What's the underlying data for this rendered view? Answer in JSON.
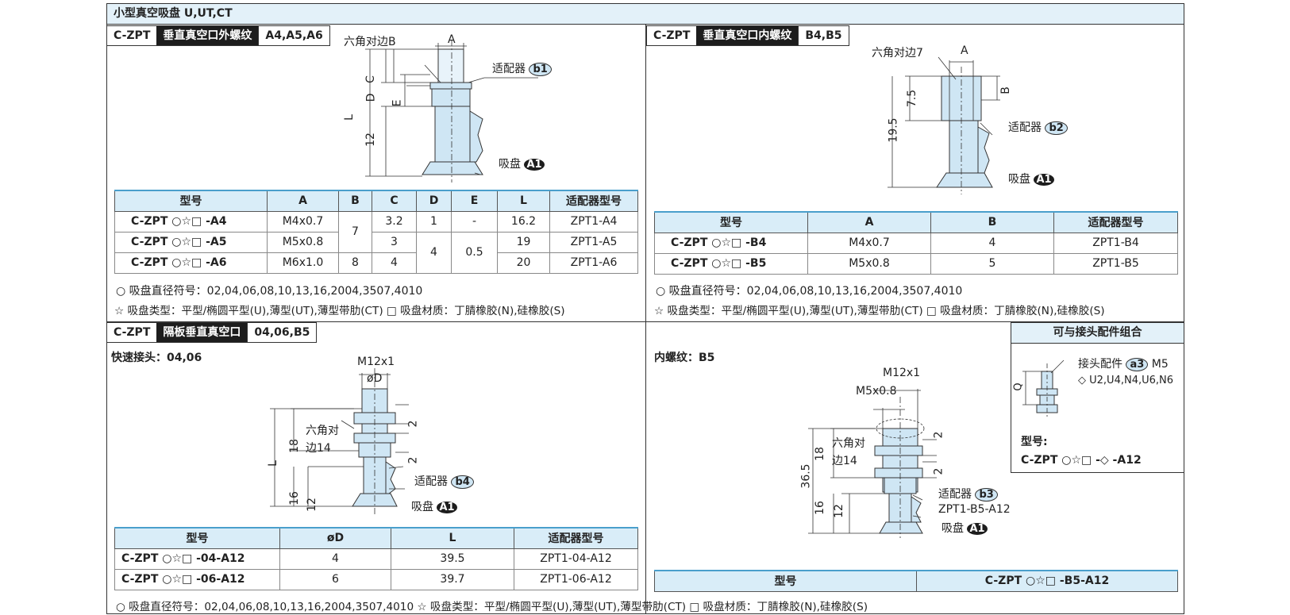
{
  "page": {
    "title": "小型真空吸盘 U,UT,CT"
  },
  "sections": {
    "a": {
      "tag_prefix": "C-ZPT",
      "tag_title": "垂直真空口外螺纹",
      "tag_suffix": "A4,A5,A6",
      "labels": {
        "hex": "六角对边B",
        "dim_a": "A",
        "dim_c": "C",
        "dim_d": "D",
        "dim_e": "E",
        "dim_l": "L",
        "dim_12": "12",
        "adapter": "适配器",
        "adapter_badge": "b1",
        "cup": "吸盘",
        "cup_badge": "A1"
      },
      "headers": [
        "型号",
        "A",
        "B",
        "C",
        "D",
        "E",
        "L",
        "适配器型号"
      ],
      "rows": [
        {
          "model": "C-ZPT ○☆□ -A4",
          "a": "M4x0.7",
          "b": "7",
          "c": "3.2",
          "d": "1",
          "e": "-",
          "l": "16.2",
          "adapter": "ZPT1-A4"
        },
        {
          "model": "C-ZPT ○☆□ -A5",
          "a": "M5x0.8",
          "c": "3",
          "d": "4",
          "e": "0.5",
          "l": "19",
          "adapter": "ZPT1-A5"
        },
        {
          "model": "C-ZPT ○☆□ -A6",
          "a": "M6x1.0",
          "b": "8",
          "c": "4",
          "l": "20",
          "adapter": "ZPT1-A6"
        }
      ],
      "note1": "○ 吸盘直径符号：02,04,06,08,10,13,16,2004,3507,4010",
      "note2": "☆ 吸盘类型：平型/椭圆平型(U),薄型(UT),薄型带肋(CT) □ 吸盘材质：丁腈橡胶(N),硅橡胶(S)"
    },
    "b": {
      "tag_prefix": "C-ZPT",
      "tag_title": "垂直真空口内螺纹",
      "tag_suffix": "B4,B5",
      "labels": {
        "hex": "六角对边7",
        "dim_a": "A",
        "dim_b": "B",
        "dim_75": "7.5",
        "dim_195": "19.5",
        "adapter": "适配器",
        "adapter_badge": "b2",
        "cup": "吸盘",
        "cup_badge": "A1"
      },
      "headers": [
        "型号",
        "A",
        "B",
        "适配器型号"
      ],
      "rows": [
        {
          "model": "C-ZPT ○☆□ -B4",
          "a": "M4x0.7",
          "b": "4",
          "adapter": "ZPT1-B4"
        },
        {
          "model": "C-ZPT ○☆□ -B5",
          "a": "M5x0.8",
          "b": "5",
          "adapter": "ZPT1-B5"
        }
      ],
      "note1": "○ 吸盘直径符号：02,04,06,08,10,13,16,2004,3507,4010",
      "note2": "☆ 吸盘类型：平型/椭圆平型(U),薄型(UT),薄型带肋(CT) □ 吸盘材质：丁腈橡胶(N),硅橡胶(S)"
    },
    "c": {
      "tag_prefix": "C-ZPT",
      "tag_title": "隔板垂直真空口",
      "tag_suffix": "04,06,B5",
      "quick_label": "快速接头：04,06",
      "labels": {
        "m12": "M12x1",
        "od": "øD",
        "hex": "六角对",
        "hex2": "边14",
        "dim_18": "18",
        "dim_16": "16",
        "dim_12": "12",
        "dim_2a": "2",
        "dim_2b": "2",
        "dim_l": "L",
        "adapter": "适配器",
        "adapter_badge": "b4",
        "cup": "吸盘",
        "cup_badge": "A1"
      },
      "headers": [
        "型号",
        "øD",
        "L",
        "适配器型号"
      ],
      "rows": [
        {
          "model": "C-ZPT ○☆□ -04-A12",
          "d": "4",
          "l": "39.5",
          "adapter": "ZPT1-04-A12"
        },
        {
          "model": "C-ZPT ○☆□ -06-A12",
          "d": "6",
          "l": "39.7",
          "adapter": "ZPT1-06-A12"
        }
      ],
      "note": "○ 吸盘直径符号：02,04,06,08,10,13,16,2004,3507,4010  ☆ 吸盘类型：平型/椭圆平型(U),薄型(UT),薄型带肋(CT) □ 吸盘材质：丁腈橡胶(N),硅橡胶(S)"
    },
    "d": {
      "inner_label": "内螺纹：B5",
      "labels": {
        "m12": "M12x1",
        "m5": "M5x0.8",
        "hex": "六角对",
        "hex2": "边14",
        "dim_365": "36.5",
        "dim_18": "18",
        "dim_16": "16",
        "dim_12": "12",
        "dim_2a": "2",
        "dim_2b": "2",
        "adapter": "适配器",
        "adapter_badge": "b3",
        "adapter_model": "ZPT1-B5-A12",
        "cup": "吸盘",
        "cup_badge": "A1"
      },
      "model_header": "型号",
      "model_value": "C-ZPT ○☆□ -B5-A12"
    },
    "combo": {
      "title": "可与接头配件组合",
      "fitting": "接头配件",
      "fitting_badge": "a3",
      "fitting_thread": "M5",
      "options": "◇ U2,U4,N4,U6,N6",
      "dim_q": "Q",
      "model_label": "型号:",
      "model_value": "C-ZPT ○☆□ -◇ -A12"
    }
  },
  "colors": {
    "header_bg": "#d9edf8",
    "title_bg": "#e3f1f9",
    "part_fill": "#cfe6f4",
    "tag_dark": "#1d1d1d"
  }
}
